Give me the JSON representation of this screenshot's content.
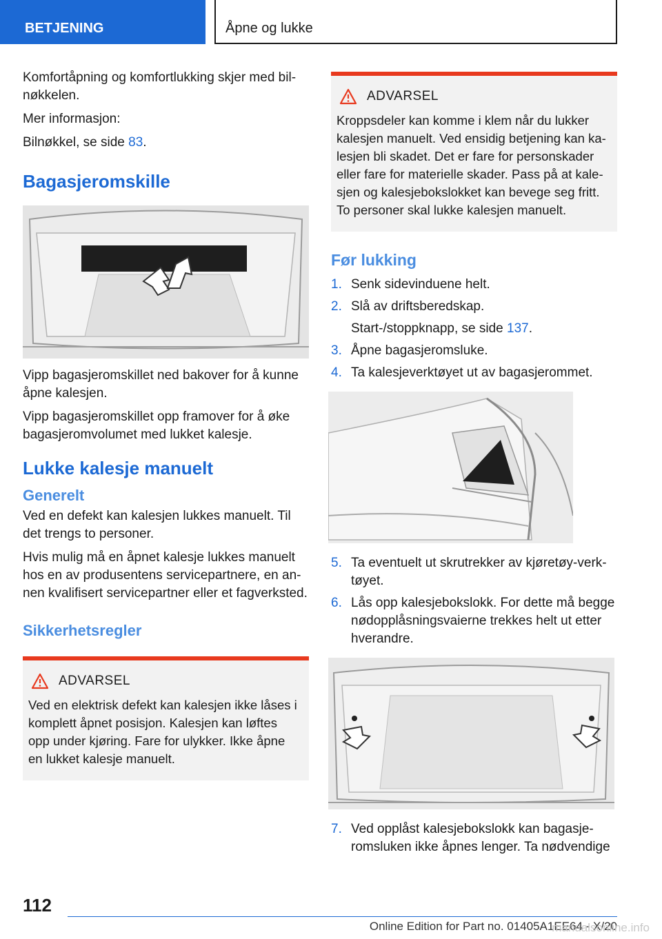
{
  "header": {
    "section": "BETJENING",
    "chapter": "Åpne og lukke"
  },
  "left": {
    "intro": "Komfortåpning og komfortlukking skjer med bil­nøkkelen.",
    "more_info": "Mer informasjon:",
    "ref_prefix": "Bilnøkkel, se side ",
    "ref_page": "83",
    "ref_suffix": ".",
    "heading_divider": "Bagasjeromskille",
    "divider_p1": "Vipp bagasjeromskillet ned bakover for å kunne åpne kalesjen.",
    "divider_p2": "Vipp bagasjeromskillet opp framover for å øke bagasjeromvolumet med lukket kalesje.",
    "heading_close": "Lukke kalesje manuelt",
    "sub_general": "Generelt",
    "general_p1": "Ved en defekt kan kalesjen lukkes manuelt. Til det trengs to personer.",
    "general_p2": "Hvis mulig må en åpnet kalesje lukkes manuelt hos en av produsentens servicepartnere, en an­nen kvalifisert servicepartner eller et fagverksted.",
    "sub_safety": "Sikkerhetsregler",
    "warning_title": "ADVARSEL",
    "warning_text": "Ved en elektrisk defekt kan kalesjen ikke låses i komplett åpnet posisjon. Kalesjen kan løftes opp under kjøring. Fare for ulykker. Ikke åpne en lukket kalesje manuelt."
  },
  "right": {
    "warning_title": "ADVARSEL",
    "warning_text": "Kroppsdeler kan komme i klem når du lukker kalesjen manuelt. Ved ensidig betjening kan ka­lesjen bli skadet. Det er fare for personskader eller fare for materielle skader. Pass på at kale­sjen og kalesjebokslokket kan bevege seg fritt. To personer skal lukke kalesjen manuelt.",
    "sub_before": "Før lukking",
    "steps": [
      {
        "num": "1.",
        "text": "Senk sidevinduene helt."
      },
      {
        "num": "2.",
        "text": "Slå av driftsberedskap.",
        "sub_prefix": "Start-/stoppknapp, se side ",
        "sub_page": "137",
        "sub_suffix": "."
      },
      {
        "num": "3.",
        "text": "Åpne bagasjeromsluke."
      },
      {
        "num": "4.",
        "text": "Ta kalesjeverktøyet ut av bagasjerommet."
      },
      {
        "num": "5.",
        "text": "Ta eventuelt ut skrutrekker av kjøretøy-verk­tøyet."
      },
      {
        "num": "6.",
        "text": "Lås opp kalesjebokslokk. For dette må begge nødopplåsningsvaierne trekkes helt ut etter hverandre."
      },
      {
        "num": "7.",
        "text": "Ved opplåst kalesjebokslokk kan bagasje­romsluken ikke åpnes lenger. Ta nødvendige"
      }
    ]
  },
  "footer": {
    "page_number": "112",
    "edition": "Online Edition for Part no. 01405A1EE64 - X/20",
    "watermark": "manualsonline.info"
  },
  "colors": {
    "accent": "#1c69d4",
    "warning_bar": "#e8391e",
    "warning_bg": "#f2f2f2"
  }
}
